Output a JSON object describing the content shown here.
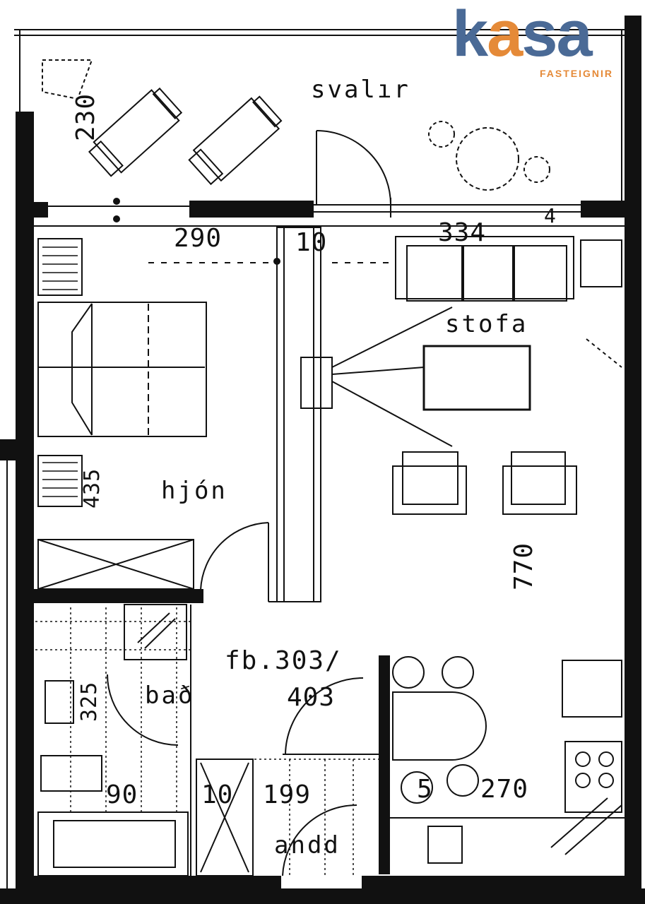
{
  "logo": {
    "word_part_1": "k",
    "word_part_2": "a",
    "word_part_3": "sa",
    "subtitle": "FASTEIGNIR",
    "colors": {
      "blue": "#4a6a96",
      "orange": "#e58a38"
    }
  },
  "rooms": {
    "balcony": "svalır",
    "living_room": "stofa",
    "bedroom": "hjón",
    "bathroom": "bað",
    "hall": "andd"
  },
  "dimensions": {
    "d_290_top": "290",
    "d_10_top": "10",
    "d_334": "334",
    "d_4": "4",
    "d_230": "230",
    "d_435": "435",
    "d_770": "770",
    "d_fb_line1": "fb.303/",
    "d_fb_line2": "403",
    "d_325": "325",
    "d_90": "90",
    "d_10_bottom": "10",
    "d_199": "199",
    "d_5": "5",
    "d_270": "270"
  }
}
